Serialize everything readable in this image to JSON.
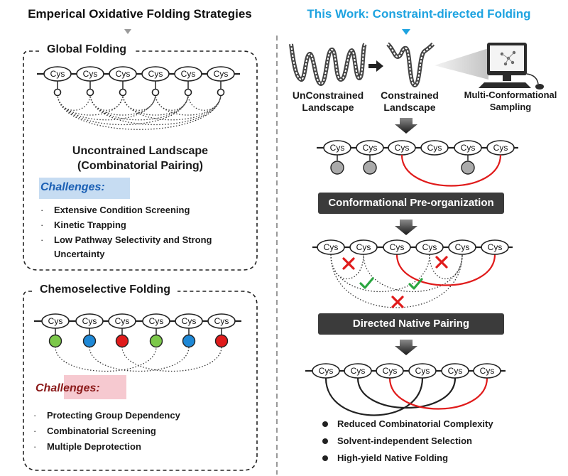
{
  "left_title": "Emperical Oxidative Folding Strategies",
  "right_title": "This Work: Constraint-directed Folding",
  "cys_label": "Cys",
  "global": {
    "heading": "Global Folding",
    "landscape_line1": "Uncontrained Landscape",
    "landscape_line2": "(Combinatorial Pairing)",
    "challenges_label": "Challenges:",
    "bullets": [
      "Extensive Condition Screening",
      "Kinetic Trapping",
      "Low Pathway Selectivity and Strong",
      "Uncertainty"
    ]
  },
  "chemo": {
    "heading": "Chemoselective Folding",
    "challenges_label": "Challenges:",
    "bullets": [
      "Protecting Group Dependency",
      "Combinatorial Screening",
      "Multiple Deprotection"
    ],
    "bead_colors": [
      "#7cc84a",
      "#1e88d6",
      "#e01b1b",
      "#7cc84a",
      "#1e88d6",
      "#e01b1b"
    ]
  },
  "right": {
    "unconstrained_line1": "UnConstrained",
    "unconstrained_line2": "Landscape",
    "constrained_line1": "Constrained",
    "constrained_line2": "Landscape",
    "sampling_line1": "Multi-Conformational",
    "sampling_line2": "Sampling",
    "banner1": "Conformational Pre-organization",
    "banner2": "Directed Native Pairing",
    "bullets": [
      "Reduced Combinatorial Complexity",
      "Solvent-independent Selection",
      "High-yield Native Folding"
    ]
  },
  "colors": {
    "accent_blue": "#1ea3e0",
    "challenge_blue": "#1a5fb4",
    "challenge_red": "#8b1a1a",
    "bond_red": "#e01b1b",
    "check_green": "#2aa640"
  }
}
